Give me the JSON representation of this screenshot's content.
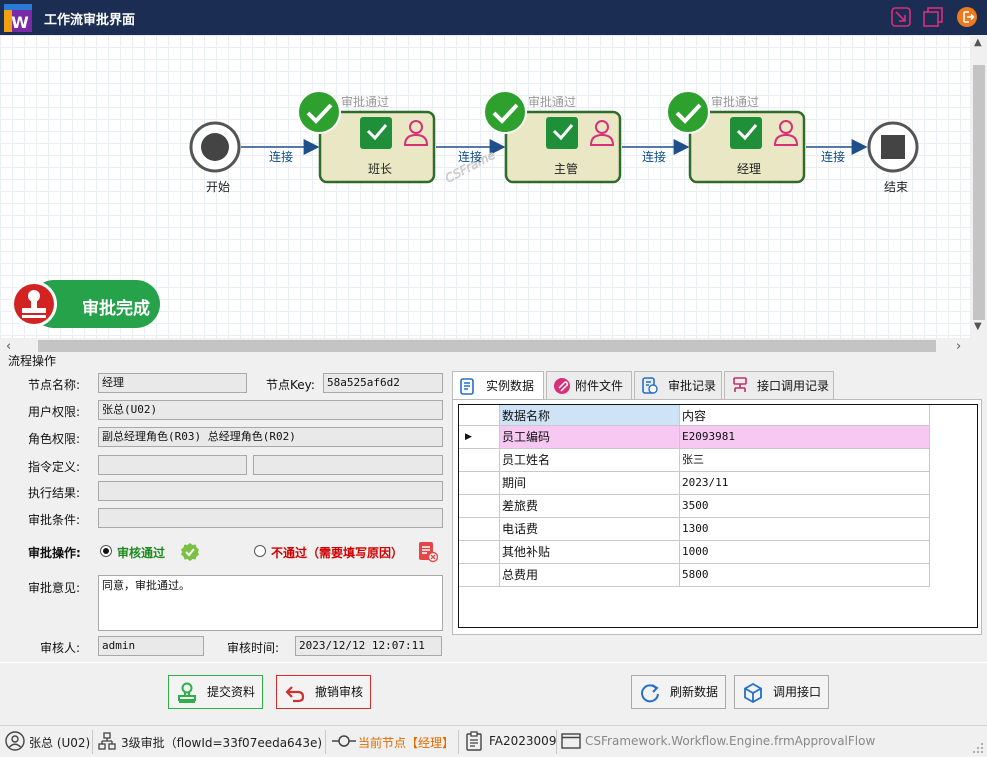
{
  "window": {
    "title": "工作流审批界面"
  },
  "flow": {
    "start_label": "开始",
    "end_label": "结束",
    "edge_label": "连接",
    "nodes": [
      {
        "name": "班长",
        "status": "审批通过"
      },
      {
        "name": "主管",
        "status": "审批通过"
      },
      {
        "name": "经理",
        "status": "审批通过"
      }
    ],
    "watermark": "CSFrame",
    "badge": "审批完成"
  },
  "form": {
    "group_title": "流程操作",
    "node_name_label": "节点名称:",
    "node_name": "经理",
    "node_key_label": "节点Key:",
    "node_key": "58a525af6d2",
    "user_perm_label": "用户权限:",
    "user_perm": "张总(U02)",
    "role_perm_label": "角色权限:",
    "role_perm": "副总经理角色(R03) 总经理角色(R02)",
    "cmd_label": "指令定义:",
    "cmd_a": "",
    "cmd_b": "",
    "result_label": "执行结果:",
    "result": "",
    "condition_label": "审批条件:",
    "condition": "",
    "action_label": "审批操作:",
    "approve_option": "审核通过",
    "reject_option": "不通过（需要填写原因）",
    "opinion_label": "审批意见:",
    "opinion": "同意，审批通过。",
    "reviewer_label": "审核人:",
    "reviewer": "admin",
    "review_time_label": "审核时间:",
    "review_time": "2023/12/12 12:07:11"
  },
  "tabs": [
    {
      "label": "实例数据"
    },
    {
      "label": "附件文件"
    },
    {
      "label": "审批记录"
    },
    {
      "label": "接口调用记录"
    }
  ],
  "grid": {
    "headers": [
      "数据名称",
      "内容"
    ],
    "rows": [
      [
        "员工编码",
        "E2093981"
      ],
      [
        "员工姓名",
        "张三"
      ],
      [
        "期间",
        "2023/11"
      ],
      [
        "差旅费",
        "3500"
      ],
      [
        "电话费",
        "1300"
      ],
      [
        "其他补贴",
        "1000"
      ],
      [
        "总费用",
        "5800"
      ]
    ]
  },
  "buttons": {
    "submit": "提交资料",
    "cancel": "撤销审核",
    "refresh": "刷新数据",
    "call_api": "调用接口"
  },
  "status": {
    "user": "张总 (U02)",
    "level": "3级审批（flowId=33f07eeda643e)",
    "current": "当前节点【经理】",
    "doc": "FA2023009",
    "form": "CSFramework.Workflow.Engine.frmApprovalFlow"
  },
  "colors": {
    "titlebar": "#1b2d52",
    "node_fill": "#eae8c4",
    "node_border": "#2f6b2a",
    "check_green": "#2ea02e",
    "edge": "#1e4f8c",
    "selected_row": "#f6c8f2",
    "header_cell": "#cfe3f7",
    "reject_red": "#d00000"
  }
}
